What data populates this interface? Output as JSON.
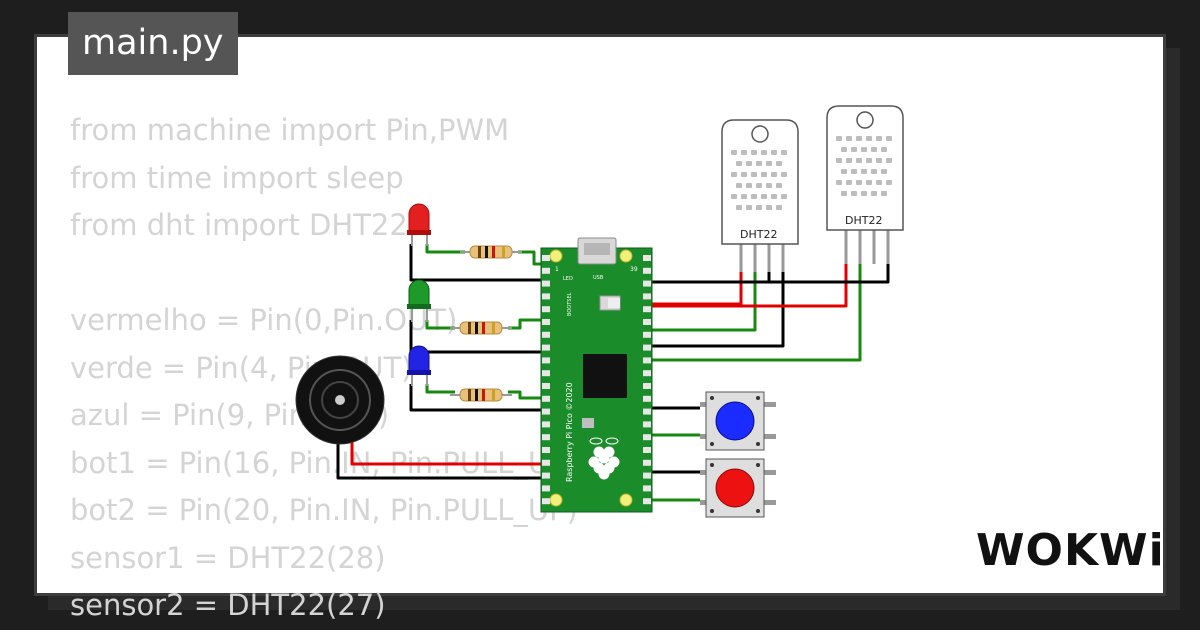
{
  "file_tab": {
    "label": "main.py"
  },
  "code_lines": [
    "from machine import Pin,PWM",
    "from time import sleep",
    "from dht import DHT22",
    "",
    "vermelho = Pin(0,Pin.OUT)",
    "verde = Pin(4, Pin.OUT)",
    "azul = Pin(9, Pin.OUT)",
    "bot1 = Pin(16, Pin.IN, Pin.PULL_UP)",
    "bot2 = Pin(20, Pin.IN, Pin.PULL_UP)",
    "sensor1 = DHT22(28)",
    "sensor2 = DHT22(27)"
  ],
  "sensors": [
    {
      "label": "DHT22"
    },
    {
      "label": "DHT22"
    }
  ],
  "pico": {
    "name": "Raspberry Pi Pico ©2020",
    "usb": "USB",
    "led": "LED",
    "bootsel": "BOOTSEL",
    "pin_1": "1",
    "pin_39": "39"
  },
  "leds": [
    {
      "color": "#e41f1f"
    },
    {
      "color": "#1e9a2b"
    },
    {
      "color": "#2323e6"
    }
  ],
  "buttons": [
    {
      "color": "#1a2cff"
    },
    {
      "color": "#ee1111"
    }
  ],
  "wire_colors": {
    "black": "#000000",
    "red": "#e00000",
    "green": "#17890f"
  },
  "logo": {
    "text": "WOKWi"
  }
}
